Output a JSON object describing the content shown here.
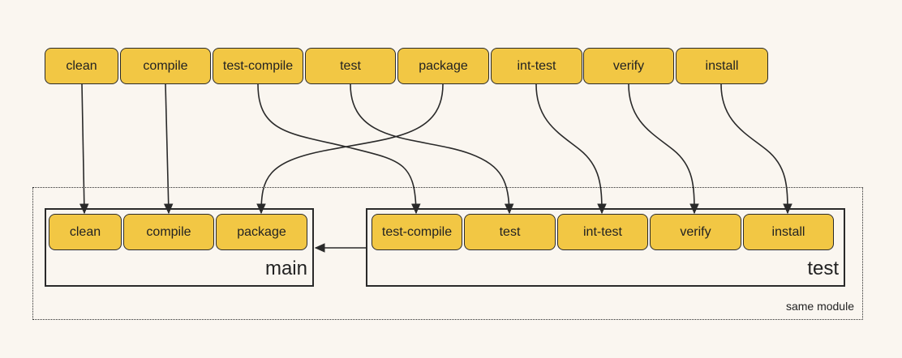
{
  "diagram": {
    "tasks": [
      "clean",
      "compile",
      "test-compile",
      "test",
      "package",
      "int-test",
      "verify",
      "install"
    ],
    "main": {
      "label": "main",
      "tasks": [
        "clean",
        "compile",
        "package"
      ]
    },
    "test": {
      "label": "test",
      "tasks": [
        "test-compile",
        "test",
        "int-test",
        "verify",
        "install"
      ]
    },
    "module_label": "same module",
    "colors": {
      "pill_fill": "#f2c744",
      "stroke": "#2a2a2a",
      "background": "#faf6f0"
    }
  }
}
